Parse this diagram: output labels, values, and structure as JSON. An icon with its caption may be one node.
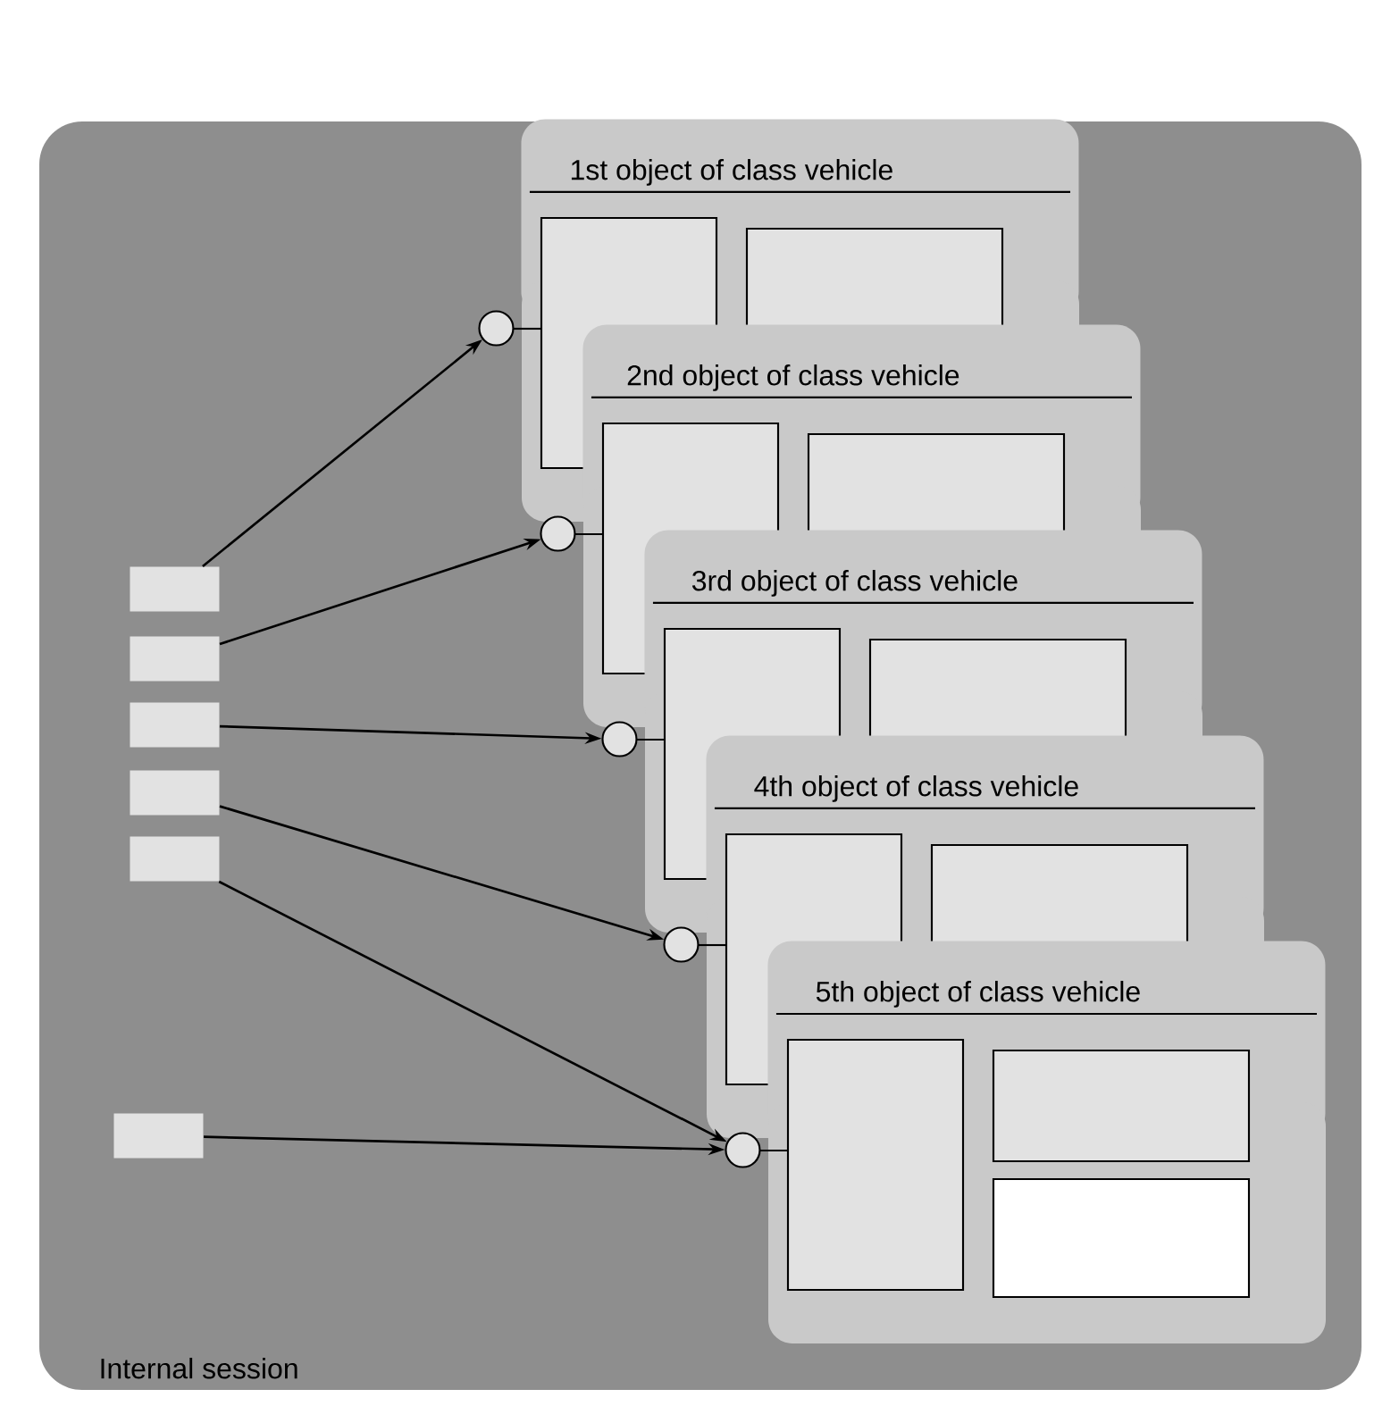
{
  "diagram": {
    "nodes": [
      {
        "text": [
          "Internal session"
        ]
      },
      {
        "text": [
          "1st object of class vehicle"
        ],
        "in": 0
      },
      {
        "text": [
          "2nd object of class vehicle"
        ],
        "in": 0
      },
      {
        "text": [
          "3rd object of class vehicle"
        ],
        "in": 0
      },
      {
        "text": [
          "4th object of class vehicle"
        ],
        "in": 0
      },
      {
        "text": [
          "5th object of class vehicle"
        ],
        "in": 0
      },
      {
        "text": [],
        "shape": "circle",
        "in": 0
      },
      {
        "text": [],
        "shape": "circle",
        "in": 0
      },
      {
        "text": [],
        "shape": "circle",
        "in": 0
      },
      {
        "text": [],
        "shape": "circle",
        "in": 0
      },
      {
        "text": [],
        "shape": "circle",
        "in": 0
      },
      {
        "text": [],
        "shape": "box",
        "in": 0
      },
      {
        "text": [],
        "shape": "box",
        "in": 0
      },
      {
        "text": [],
        "shape": "box",
        "in": 0
      },
      {
        "text": [],
        "shape": "box",
        "in": 0
      },
      {
        "text": [],
        "shape": "box",
        "in": 0
      },
      {
        "text": [],
        "shape": "box",
        "in": 0
      }
    ],
    "edges": [
      {
        "from": 11,
        "to": 6,
        "arrow": "to"
      },
      {
        "from": 12,
        "to": 7,
        "arrow": "to"
      },
      {
        "from": 13,
        "to": 8,
        "arrow": "to"
      },
      {
        "from": 14,
        "to": 9,
        "arrow": "to"
      },
      {
        "from": 15,
        "to": 10,
        "arrow": "to"
      },
      {
        "from": 16,
        "to": 10,
        "arrow": "to"
      }
    ]
  }
}
